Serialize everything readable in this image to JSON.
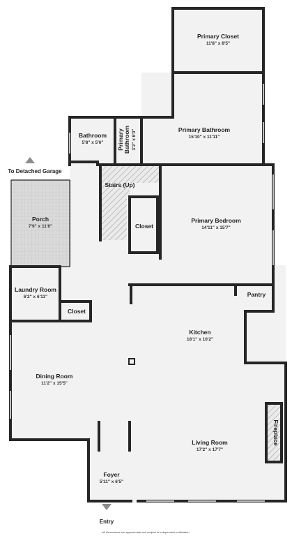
{
  "rooms": [
    {
      "id": "primary-closet",
      "name": "Primary Closet",
      "dims": "11'8\" x 8'5\""
    },
    {
      "id": "bathroom",
      "name": "Bathroom",
      "dims": "5'8\" x 5'6\""
    },
    {
      "id": "primary-bathroom-small",
      "name_lines": [
        "Primary",
        "Bathroom"
      ],
      "dims": "3'2\" x 6'0\""
    },
    {
      "id": "primary-bathroom",
      "name": "Primary Bathroom",
      "dims": "15'10\" x 11'11\""
    },
    {
      "id": "porch",
      "name": "Porch",
      "dims": "7'9\" x 11'6\""
    },
    {
      "id": "stairs",
      "name": "Stairs (Up)"
    },
    {
      "id": "closet-upper",
      "name": "Closet"
    },
    {
      "id": "primary-bedroom",
      "name": "Primary Bedroom",
      "dims": "14'11\" x 15'7\""
    },
    {
      "id": "laundry-room",
      "name": "Laundry Room",
      "dims": "6'2\" x 6'11\""
    },
    {
      "id": "closet-lower",
      "name": "Closet"
    },
    {
      "id": "pantry",
      "name": "Pantry"
    },
    {
      "id": "kitchen",
      "name": "Kitchen",
      "dims": "18'1\" x 10'2\""
    },
    {
      "id": "dining-room",
      "name": "Dining Room",
      "dims": "11'2\" x 15'5\""
    },
    {
      "id": "fireplace",
      "name": "Fireplace"
    },
    {
      "id": "living-room",
      "name": "Living Room",
      "dims": "17'2\" x 17'7\""
    },
    {
      "id": "foyer",
      "name": "Foyer",
      "dims": "5'11\" x 6'5\""
    }
  ],
  "labels": {
    "garage": "To Detached Garage",
    "entry": "Entry",
    "disclaimer": "All dimensions are approximate and subject to independent verification"
  },
  "colors": {
    "wall": "#262626",
    "floor": "#f2f2f2",
    "porch": "#d9d9d9",
    "stairs": "#e8e8e8",
    "arrow": "#8c8c8c"
  }
}
